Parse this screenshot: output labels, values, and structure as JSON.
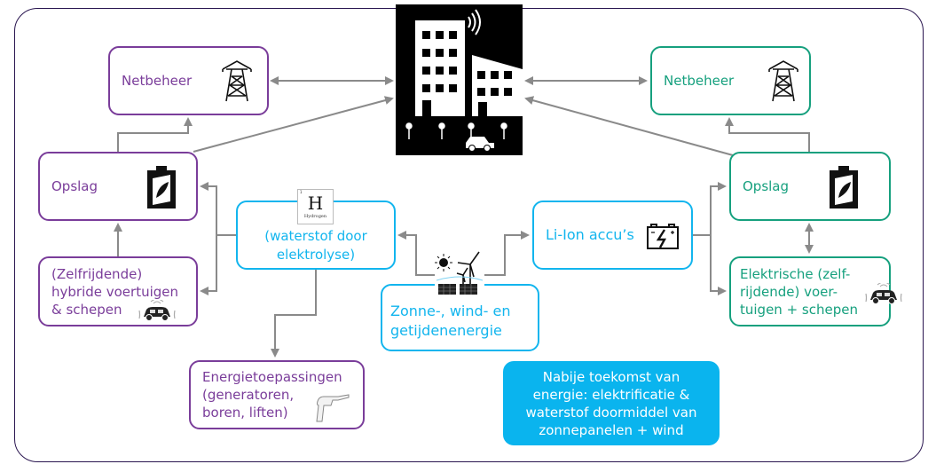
{
  "colors": {
    "frame": "#2a1650",
    "left_group": "#7a3d9a",
    "right_group": "#16a07e",
    "center_group": "#12b5ee",
    "note_fill": "#0ab4ee",
    "connector": "#8a8a8a"
  },
  "center": {
    "city_image": "smart-city-icon"
  },
  "left": {
    "netbeheer": {
      "label": "Netbeheer",
      "icon": "power-pylon-icon"
    },
    "opslag": {
      "label": "Opslag",
      "icon": "eco-battery-icon"
    },
    "vehicles": {
      "label": "(Zelfrijdende)\nhybride voertuigen\n& schepen",
      "icon": "self-driving-car-icon"
    },
    "applications": {
      "label": "Energietoepassingen\n(generatoren,\nboren, liften)",
      "icon": "drill-icon"
    }
  },
  "middle": {
    "hydrogen": {
      "label": "(waterstof door\nelektrolyse)",
      "icon": "hydrogen-element-icon",
      "tile_symbol": "H",
      "tile_name": "Hydrogen",
      "tile_number": "1"
    },
    "renewables": {
      "label": "Zonne-, wind- en\ngetijdenenergie",
      "icon": "sun-wind-solar-icon"
    },
    "liion": {
      "label": "Li-Ion accu’s",
      "icon": "car-battery-icon"
    }
  },
  "right": {
    "netbeheer": {
      "label": "Netbeheer",
      "icon": "power-pylon-icon"
    },
    "opslag": {
      "label": "Opslag",
      "icon": "eco-battery-icon"
    },
    "vehicles": {
      "label": "Elektrische (zelf-\nrijdende) voer-\ntuigen + schepen",
      "icon": "self-driving-car-icon"
    }
  },
  "note": {
    "text": "Nabije toekomst van\nenergie: elektrificatie &\nwaterstof doormiddel van\nzonnepanelen + wind"
  }
}
